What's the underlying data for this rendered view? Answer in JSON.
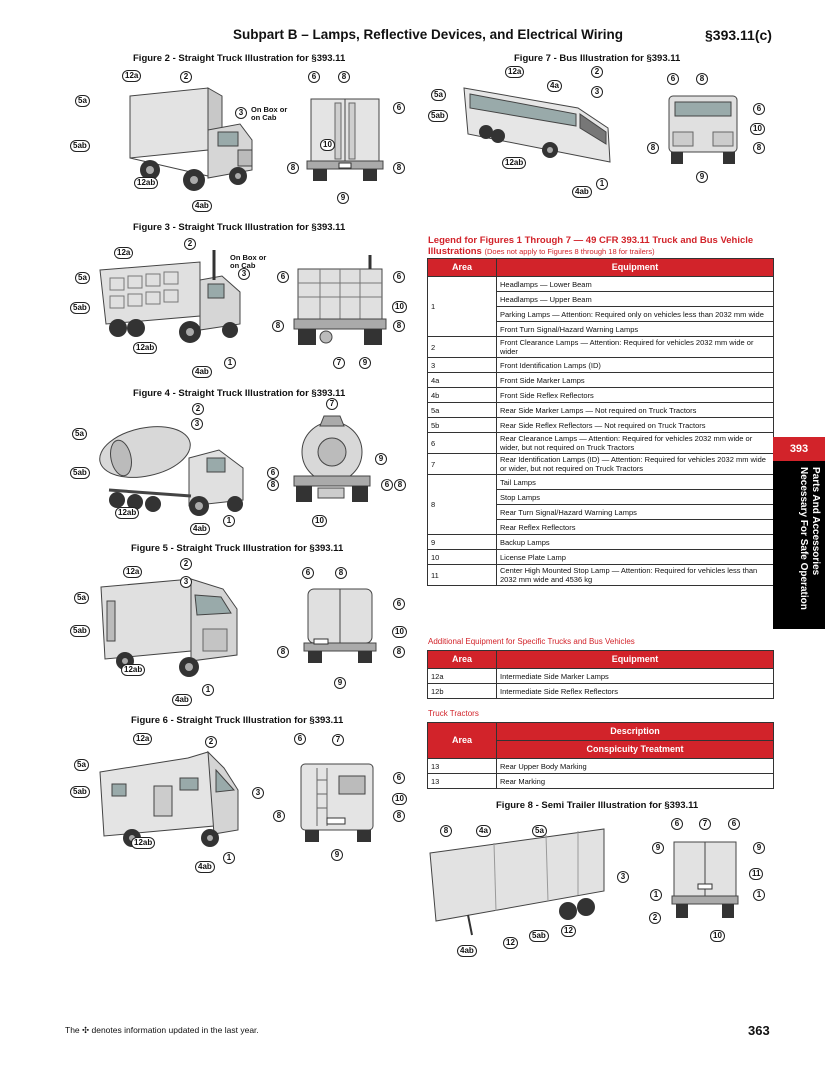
{
  "header": {
    "title": "Subpart B – Lamps, Reflective Devices, and Electrical Wiring",
    "section": "§393.11(c)"
  },
  "figures": {
    "fig2": "Figure 2 - Straight Truck Illustration for §393.11",
    "fig3": "Figure 3 - Straight Truck Illustration for §393.11",
    "fig4": "Figure 4 - Straight Truck Illustration for §393.11",
    "fig5": "Figure 5 - Straight Truck Illustration for §393.11",
    "fig6": "Figure 6 - Straight Truck Illustration for §393.11",
    "fig7": "Figure 7 - Bus Illustration for §393.11",
    "fig8": "Figure 8 - Semi Trailer Illustration for §393.11"
  },
  "on_box": "On Box or on Cab",
  "on_box_2": "On Box or on Cab",
  "legend": {
    "title": "Legend for Figures 1 Through 7 — 49 CFR 393.11 Truck and Bus Vehicle Illustrations",
    "subtitle": "(Does not apply to Figures 8 through 18 for trailers)",
    "col_area": "Area",
    "col_equipment": "Equipment",
    "rows": [
      {
        "area": "1",
        "items": [
          "Headlamps — Lower Beam",
          "Headlamps — Upper Beam",
          "Parking Lamps — Attention: Required only on vehicles less than 2032 mm wide",
          "Front Turn Signal/Hazard Warning Lamps"
        ]
      },
      {
        "area": "2",
        "items": [
          "Front Clearance Lamps — Attention: Required for vehicles 2032 mm wide or wider"
        ]
      },
      {
        "area": "3",
        "items": [
          "Front Identification Lamps (ID)"
        ]
      },
      {
        "area": "4a",
        "items": [
          "Front Side Marker Lamps"
        ]
      },
      {
        "area": "4b",
        "items": [
          "Front Side Reflex Reflectors"
        ]
      },
      {
        "area": "5a",
        "items": [
          "Rear Side Marker Lamps — Not required on Truck Tractors"
        ]
      },
      {
        "area": "5b",
        "items": [
          "Rear Side Reflex Reflectors — Not required on Truck Tractors"
        ]
      },
      {
        "area": "6",
        "items": [
          "Rear Clearance Lamps — Attention: Required for vehicles 2032 mm wide or wider, but not required on Truck Tractors"
        ]
      },
      {
        "area": "7",
        "items": [
          "Rear Identification Lamps (ID) — Attention: Required for vehicles 2032 mm wide or wider, but not required on Truck Tractors"
        ]
      },
      {
        "area": "8",
        "items": [
          "Tail Lamps",
          "Stop Lamps",
          "Rear Turn Signal/Hazard Warning Lamps",
          "Rear Reflex Reflectors"
        ]
      },
      {
        "area": "9",
        "items": [
          "Backup Lamps"
        ]
      },
      {
        "area": "10",
        "items": [
          "License Plate Lamp"
        ]
      },
      {
        "area": "11",
        "items": [
          "Center High Mounted Stop Lamp — Attention: Required for vehicles less than 2032 mm wide and 4536 kg"
        ]
      }
    ]
  },
  "additional": {
    "title": "Additional Equipment for Specific Trucks and Bus Vehicles",
    "col_area": "Area",
    "col_equipment": "Equipment",
    "rows": [
      {
        "area": "12a",
        "item": "Intermediate Side Marker Lamps"
      },
      {
        "area": "12b",
        "item": "Intermediate Side Reflex Reflectors"
      }
    ]
  },
  "tractors": {
    "title": "Truck Tractors",
    "col_area": "Area",
    "col_description": "Description",
    "col_treatment": "Conspicuity Treatment",
    "rows": [
      {
        "area": "13",
        "item": "Rear Upper Body Marking"
      },
      {
        "area": "13",
        "item": "Rear Marking"
      }
    ]
  },
  "sidebar_tab": {
    "number": "393",
    "text": "Parts And Accessories Necessary For Safe Operation"
  },
  "footer": {
    "note": "The ✣ denotes information updated in the last year.",
    "page": "363"
  },
  "callouts": {
    "fig2": [
      "12a",
      "2",
      "3",
      "5a",
      "5ab",
      "12ab",
      "4ab",
      "6",
      "8",
      "6",
      "10",
      "8",
      "8",
      "9"
    ],
    "fig3": [
      "12a",
      "2",
      "3",
      "5a",
      "5ab",
      "12ab",
      "4ab",
      "1",
      "6",
      "6",
      "10",
      "8",
      "8",
      "7",
      "9"
    ],
    "fig4": [
      "5a",
      "2",
      "3",
      "5ab",
      "12ab",
      "4ab",
      "1",
      "7",
      "9",
      "6",
      "8",
      "6",
      "8",
      "10"
    ],
    "fig5": [
      "12a",
      "2",
      "3",
      "5a",
      "5ab",
      "12ab",
      "4ab",
      "1",
      "6",
      "8",
      "6",
      "10",
      "8",
      "8",
      "9"
    ],
    "fig6": [
      "12a",
      "2",
      "3",
      "5a",
      "5ab",
      "12ab",
      "4ab",
      "1",
      "6",
      "7",
      "6",
      "10",
      "8",
      "8",
      "9"
    ],
    "fig7": [
      "12a",
      "2",
      "4a",
      "3",
      "5a",
      "5ab",
      "12ab",
      "4ab",
      "1",
      "6",
      "8",
      "6",
      "10",
      "8",
      "8",
      "9"
    ],
    "fig8": [
      "8",
      "4a",
      "5a",
      "3",
      "4ab",
      "12",
      "5ab",
      "12",
      "6",
      "7",
      "6",
      "9",
      "9",
      "11",
      "1",
      "1",
      "2",
      "10"
    ]
  }
}
